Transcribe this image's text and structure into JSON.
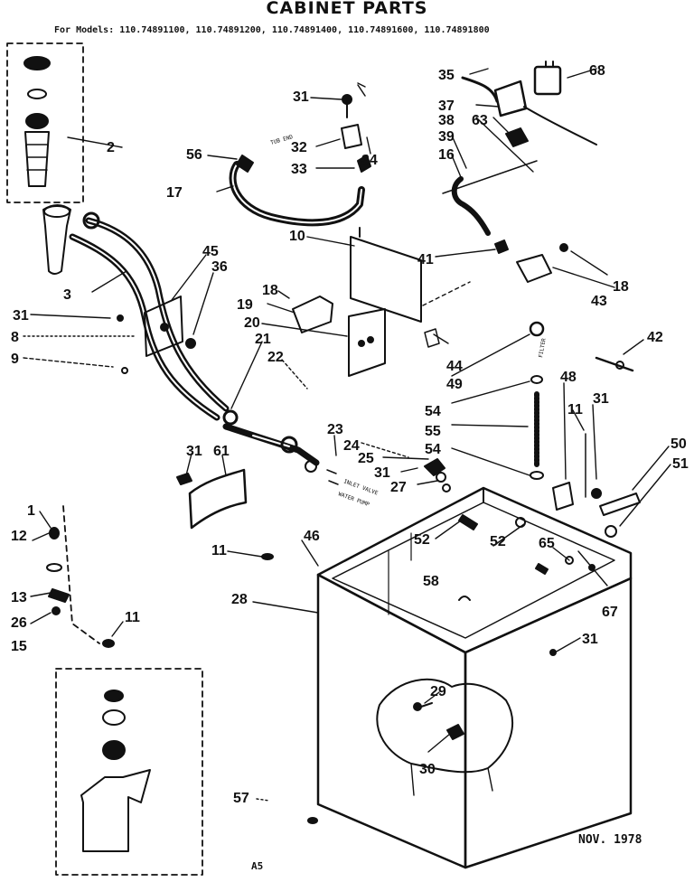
{
  "title": "CABINET PARTS",
  "models_line": "For Models: 110.74891100, 110.74891200, 110.74891400, 110.74891600, 110.74891800",
  "date": "NOV. 1978",
  "page_code": "A5",
  "callouts": {
    "c1": "1",
    "c2": "2",
    "c3": "3",
    "c8": "8",
    "c9": "9",
    "c10": "10",
    "c11a": "11",
    "c11b": "11",
    "c11c": "11",
    "c12": "12",
    "c13": "13",
    "c15": "15",
    "c16": "16",
    "c17": "17",
    "c18a": "18",
    "c18b": "18",
    "c19": "19",
    "c20": "20",
    "c21": "21",
    "c22": "22",
    "c23": "23",
    "c24": "24",
    "c25": "25",
    "c26": "26",
    "c27": "27",
    "c28": "28",
    "c29": "29",
    "c30": "30",
    "c31a": "31",
    "c31b": "31",
    "c31c": "31",
    "c31d": "31",
    "c31e": "31",
    "c31f": "31",
    "c32": "32",
    "c33": "33",
    "c34": "34",
    "c35": "35",
    "c36": "36",
    "c37": "37",
    "c38": "38",
    "c39": "39",
    "c41": "41",
    "c42": "42",
    "c43": "43",
    "c44": "44",
    "c45": "45",
    "c46": "46",
    "c48": "48",
    "c49": "49",
    "c50": "50",
    "c51": "51",
    "c52a": "52",
    "c52b": "52",
    "c54a": "54",
    "c54b": "54",
    "c55": "55",
    "c56": "56",
    "c57": "57",
    "c58": "58",
    "c61": "61",
    "c63": "63",
    "c65": "65",
    "c67": "67",
    "c68": "68"
  },
  "small_print": {
    "hose_end": "TUB END",
    "inlet_valve": "INLET VALVE",
    "water_pump": "WATER PUMP",
    "filter": "FILTER"
  }
}
